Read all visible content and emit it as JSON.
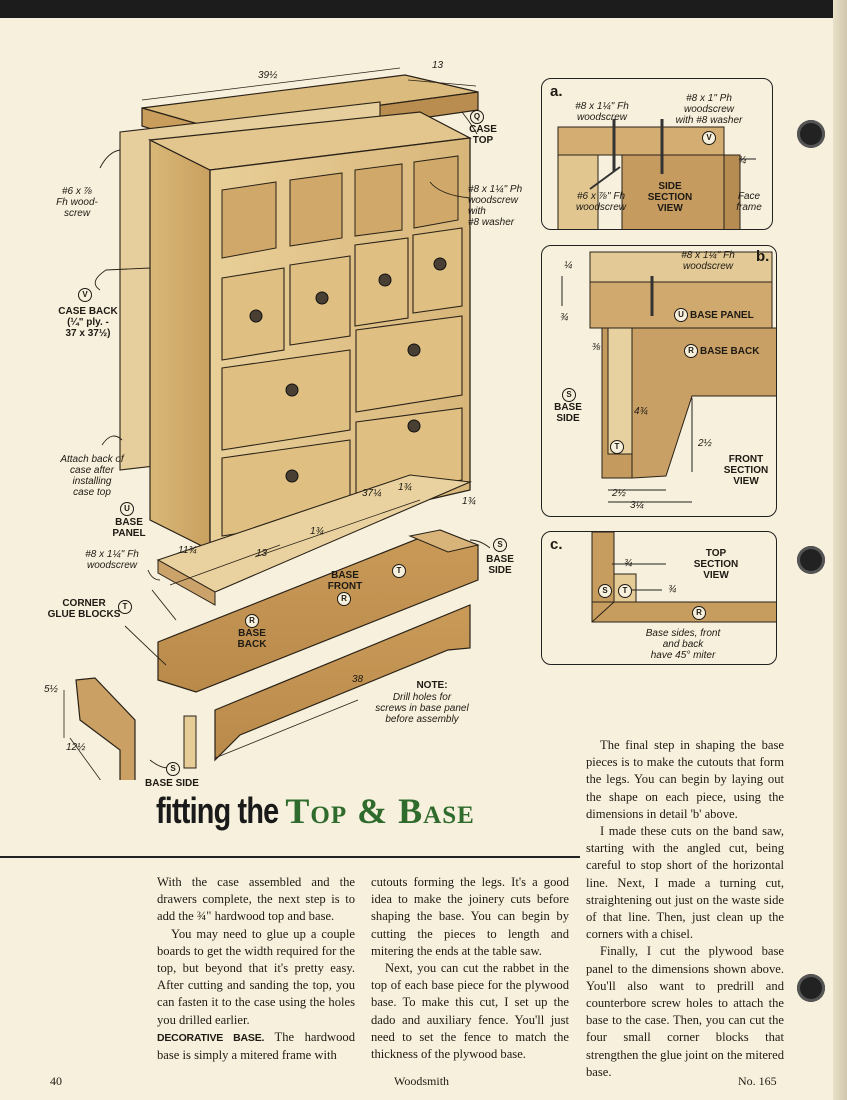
{
  "drawing": {
    "dims": {
      "top_width": "39½",
      "top_depth": "13",
      "base_width": "37¼",
      "inset1": "1¾",
      "inset2": "1¾",
      "inset3": "1¾",
      "panel_depth": "11¾",
      "panel_depth2": "13",
      "base_side_len": "38",
      "leg_height": "5½",
      "side_width": "12½"
    },
    "labels": {
      "case_top": "CASE\nTOP",
      "case_top_letter": "Q",
      "fh_screw": "#6 x ⅞\nFh wood-\nscrew",
      "ph_screw": "#8 x 1¼\" Ph\nwoodscrew\nwith\n#8 washer",
      "case_back": "CASE BACK\n(¼\" ply. -\n37 x 37½)",
      "case_back_letter": "V",
      "attach_note": "Attach back of\ncase after\ninstalling\ncase top",
      "base_panel": "BASE\nPANEL",
      "base_panel_letter": "U",
      "fh_screw2": "#8 x 1¼\" Fh\nwoodscrew",
      "corner_blocks": "CORNER\nGLUE BLOCKS",
      "corner_letter": "T",
      "base_front": "BASE\nFRONT",
      "base_front_letter": "R",
      "base_back": "BASE\nBACK",
      "base_back_letter": "R",
      "base_side": "BASE\nSIDE",
      "base_side_letter": "S",
      "base_side2": "BASE SIDE",
      "base_side2_letter": "S",
      "glue_letter": "T",
      "note_title": "NOTE:",
      "note_body": "Drill holes for\nscrews in base panel\nbefore assembly"
    }
  },
  "detail_a": {
    "letter": "a.",
    "fh_screw": "#8 x 1¼\"  Fh\nwoodscrew",
    "ph_screw": "#8 x 1\" Ph\nwoodscrew\nwith #8 washer",
    "callout": "V",
    "small_screw": "#6 x ⅞\" Fh\nwoodscrew",
    "view": "SIDE\nSECTION\nVIEW",
    "dim": "¾",
    "face_frame": "Face\nframe"
  },
  "detail_b": {
    "letter": "b.",
    "screw": "#8 x 1¼\" Fh\nwoodscrew",
    "dim_top": "¼",
    "dim_panel": "¾",
    "dim_rabbet": "⅜",
    "base_panel": "BASE PANEL",
    "base_panel_letter": "U",
    "base_back": "BASE BACK",
    "base_back_letter": "R",
    "base_side": "BASE\nSIDE",
    "base_side_letter": "S",
    "height": "4¾",
    "cut": "2½",
    "glue_letter": "T",
    "view": "FRONT\nSECTION\nVIEW",
    "bottom1": "2½",
    "bottom2": "3¼"
  },
  "detail_c": {
    "letter": "c.",
    "dim1": "¾",
    "dim2": "¾",
    "letter_s": "S",
    "letter_t": "T",
    "letter_r": "R",
    "view": "TOP\nSECTION\nVIEW",
    "note": "Base sides, front\nand back\nhave 45° miter"
  },
  "headline": {
    "lead": "fitting the",
    "accent": "Top & Base"
  },
  "article": {
    "col1": {
      "p1": "With the case assembled and the drawers complete, the next step is to add the ¾\" hardwood top and base.",
      "p2": "You may need to glue up a couple boards to get the width required for the top, but beyond that it's pretty easy. After cutting and sanding the top, you can fasten it to the case using the holes you drilled earlier.",
      "runin": "DECORATIVE BASE.",
      "p3": " The hardwood base is simply a mitered frame with"
    },
    "col2": {
      "p1": "cutouts forming the legs. It's a good idea to make the joinery cuts before shaping the base. You can begin by cutting the pieces to length and mitering the ends at the table saw.",
      "p2": "Next, you can cut the rabbet in the top of each base piece for the plywood base. To make this cut, I set up the dado and auxiliary fence. You'll just need to set the fence to match the thickness of the plywood base."
    },
    "col3": {
      "p1": "The final step in shaping the base pieces is to make the cutouts that form the legs. You can begin by laying out the shape on each piece, using the dimensions in detail 'b' above.",
      "p2": "I made these cuts on the band saw, starting with the angled cut, being careful to stop short of the horizontal line. Next, I made a turning cut, straightening out just on the waste side of that line. Then, just clean up the corners with a chisel.",
      "p3": "Finally, I cut the plywood base panel to the dimensions shown above. You'll also want to predrill and counterbore screw holes to attach the base to the case. Then, you can cut the four small corner blocks that strengthen the glue joint on the mitered base."
    }
  },
  "footer": {
    "page": "40",
    "magazine": "Woodsmith",
    "issue": "No. 165"
  }
}
